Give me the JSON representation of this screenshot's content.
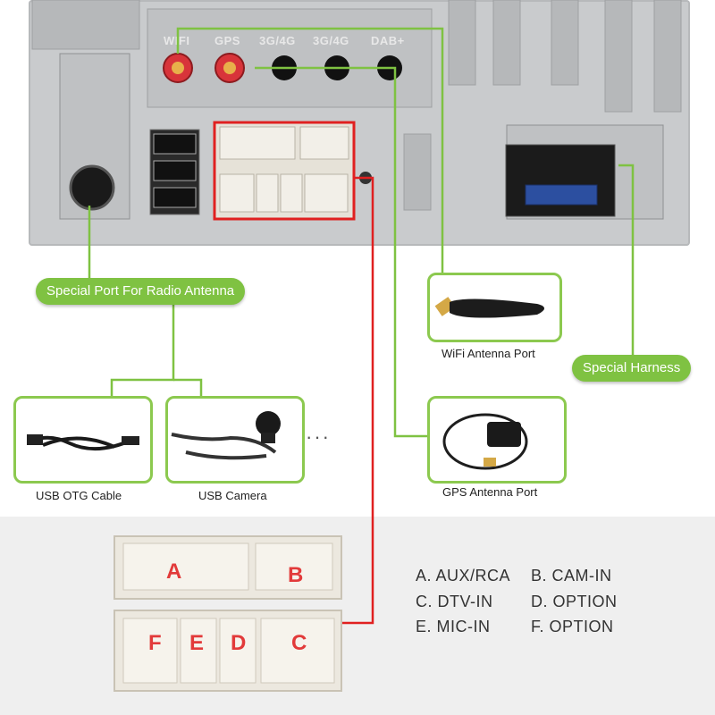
{
  "ports_top": [
    "WIFI",
    "GPS",
    "3G/4G",
    "3G/4G",
    "DAB+"
  ],
  "labels": {
    "radio_antenna": "Special Port For Radio Antenna",
    "harness": "Special Harness",
    "wifi_caption": "WiFi Antenna Port",
    "gps_caption": "GPS Antenna Port",
    "usb_otg_caption": "USB OTG Cable",
    "usb_camera_caption": "USB Camera",
    "more": "···"
  },
  "connector_letters": [
    "A",
    "B",
    "F",
    "E",
    "D",
    "C"
  ],
  "legend": [
    {
      "id": "a",
      "text": "A. AUX/RCA"
    },
    {
      "id": "b",
      "text": "B. CAM-IN"
    },
    {
      "id": "c",
      "text": "C. DTV-IN"
    },
    {
      "id": "d",
      "text": "D. OPTION"
    },
    {
      "id": "e",
      "text": "E. MIC-IN"
    },
    {
      "id": "f",
      "text": "F. OPTION"
    }
  ],
  "colors": {
    "accent_green": "#7fc242",
    "highlight_red": "#e02020",
    "panel_gray": "#c9cbcd"
  }
}
